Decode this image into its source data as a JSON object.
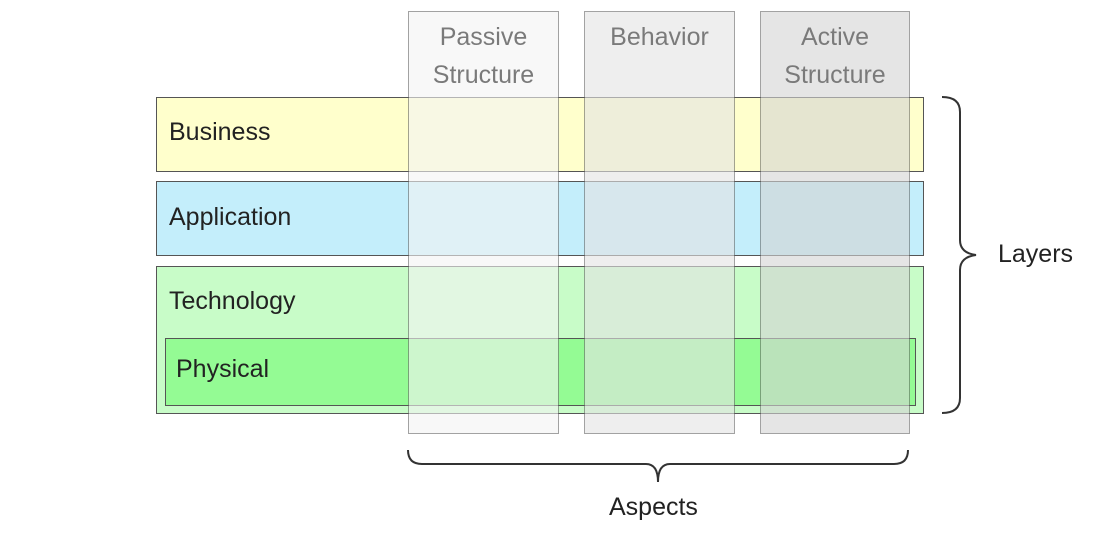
{
  "layers": [
    {
      "id": "business",
      "label": "Business",
      "color": "#ffffcc"
    },
    {
      "id": "application",
      "label": "Application",
      "color": "#c4eefb"
    },
    {
      "id": "technology",
      "label": "Technology",
      "color": "#c8fcc8"
    },
    {
      "id": "physical",
      "label": "Physical",
      "color": "#94fb94"
    }
  ],
  "aspects": [
    {
      "id": "passive-structure",
      "label_line1": "Passive",
      "label_line2": "Structure",
      "color": "#f4f4f4"
    },
    {
      "id": "behavior",
      "label_line1": "Behavior",
      "label_line2": "",
      "color": "#e4e4e4"
    },
    {
      "id": "active-structure",
      "label_line1": "Active",
      "label_line2": "Structure",
      "color": "#d4d4d4"
    }
  ],
  "brackets": {
    "layers_label": "Layers",
    "aspects_label": "Aspects"
  }
}
